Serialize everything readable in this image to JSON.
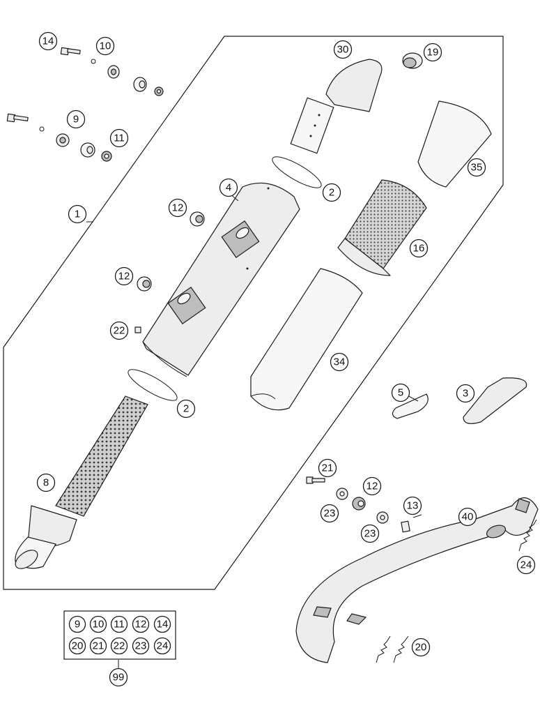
{
  "callouts": [
    {
      "id": "c-14",
      "label": "14"
    },
    {
      "id": "c-10",
      "label": "10"
    },
    {
      "id": "c-9",
      "label": "9"
    },
    {
      "id": "c-11",
      "label": "11"
    },
    {
      "id": "c-1",
      "label": "1"
    },
    {
      "id": "c-4",
      "label": "4"
    },
    {
      "id": "c-12a",
      "label": "12"
    },
    {
      "id": "c-12b",
      "label": "12"
    },
    {
      "id": "c-22",
      "label": "22"
    },
    {
      "id": "c-2a",
      "label": "2"
    },
    {
      "id": "c-2b",
      "label": "2"
    },
    {
      "id": "c-30",
      "label": "30"
    },
    {
      "id": "c-19",
      "label": "19"
    },
    {
      "id": "c-35",
      "label": "35"
    },
    {
      "id": "c-16",
      "label": "16"
    },
    {
      "id": "c-34",
      "label": "34"
    },
    {
      "id": "c-8",
      "label": "8"
    },
    {
      "id": "c-5",
      "label": "5"
    },
    {
      "id": "c-3",
      "label": "3"
    },
    {
      "id": "c-21",
      "label": "21"
    },
    {
      "id": "c-12c",
      "label": "12"
    },
    {
      "id": "c-13",
      "label": "13"
    },
    {
      "id": "c-23a",
      "label": "23"
    },
    {
      "id": "c-23b",
      "label": "23"
    },
    {
      "id": "c-40",
      "label": "40"
    },
    {
      "id": "c-24",
      "label": "24"
    },
    {
      "id": "c-20",
      "label": "20"
    }
  ],
  "kit": {
    "items": [
      "9",
      "10",
      "11",
      "12",
      "14",
      "20",
      "21",
      "22",
      "23",
      "24"
    ],
    "label": "99"
  }
}
